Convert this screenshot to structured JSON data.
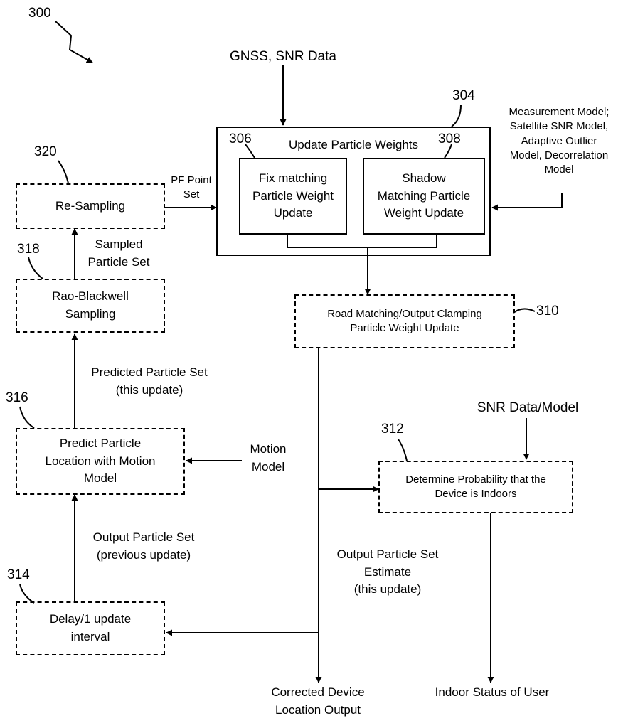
{
  "figure_ref": "300",
  "input_top": "GNSS, SNR Data",
  "measurement_model": [
    "Measurement Model;",
    "Satellite SNR Model,",
    "Adaptive Outlier",
    "Model, Decorrelation",
    "Model"
  ],
  "update_weights": {
    "ref": "304",
    "title": "Update Particle Weights",
    "fix_ref": "306",
    "fix_lines": [
      "Fix matching",
      "Particle Weight",
      "Update"
    ],
    "shadow_ref": "308",
    "shadow_lines": [
      "Shadow",
      "Matching Particle",
      "Weight Update"
    ]
  },
  "road_matching": {
    "ref": "310",
    "lines": [
      "Road Matching/Output Clamping",
      "Particle Weight Update"
    ]
  },
  "resampling": {
    "ref": "320",
    "label": "Re-Sampling"
  },
  "pf_point_set": [
    "PF Point",
    "Set"
  ],
  "sampled_particle_set": [
    "Sampled",
    "Particle Set"
  ],
  "rao_blackwell": {
    "ref": "318",
    "lines": [
      "Rao-Blackwell",
      "Sampling"
    ]
  },
  "predicted_particle_set": [
    "Predicted Particle Set",
    "(this update)"
  ],
  "predict": {
    "ref": "316",
    "lines": [
      "Predict Particle",
      "Location with Motion",
      "Model"
    ]
  },
  "motion_model": [
    "Motion",
    "Model"
  ],
  "snr_model": "SNR Data/Model",
  "indoors": {
    "ref": "312",
    "lines": [
      "Determine Probability that the",
      "Device is Indoors"
    ]
  },
  "output_previous": [
    "Output Particle Set",
    "(previous update)"
  ],
  "output_estimate": [
    "Output Particle Set",
    "Estimate",
    "(this update)"
  ],
  "delay": {
    "ref": "314",
    "lines": [
      "Delay/1 update",
      "interval"
    ]
  },
  "corrected_output": [
    "Corrected Device",
    "Location Output"
  ],
  "indoor_status": "Indoor Status of User"
}
